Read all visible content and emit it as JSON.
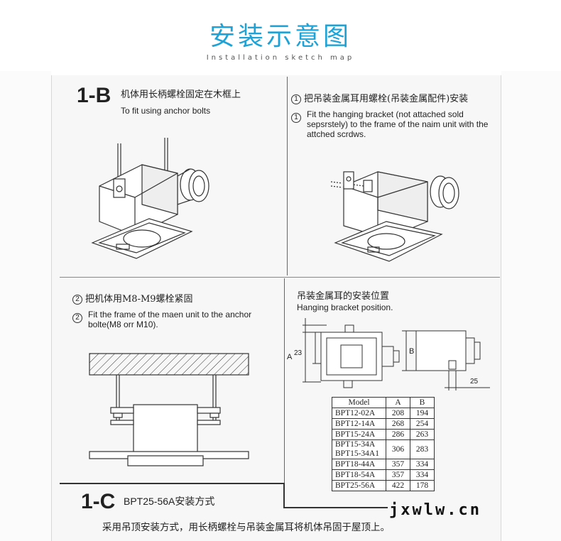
{
  "header": {
    "title": "安装示意图",
    "subtitle": "Installation sketch map"
  },
  "panel_1b": {
    "code": "1-B",
    "cn": "机体用长柄螺栓固定在木框上",
    "en": "To fit using anchor bolts"
  },
  "panel_step1": {
    "marker": "1",
    "cn": "把吊装金属耳用螺栓(吊装金属配件)安装",
    "en": "Fit the hanging bracket (not attached sold sepsrstely) to the frame of the naim unit with the attched scrdws."
  },
  "panel_step2": {
    "marker": "2",
    "cn": "把机体用M8-M9螺栓紧固",
    "en": "Fit the frame of the maen unit to the anchor bolte(M8 orr M10)."
  },
  "panel_bracket": {
    "cn": "吊装金属耳的安装位置",
    "en": "Hanging bracket position.",
    "dim_a": "A",
    "dim_23": "23",
    "dim_b": "B",
    "dim_25": "25"
  },
  "spec_table": {
    "headers": [
      "Model",
      "A",
      "B"
    ],
    "rows": [
      {
        "model": "BPT12-02A",
        "a": "208",
        "b": "194"
      },
      {
        "model": "BPT12-14A",
        "a": "268",
        "b": "254"
      },
      {
        "model": "BPT15-24A",
        "a": "286",
        "b": "263"
      },
      {
        "model": "BPT15-34A\nBPT15-34A1",
        "a": "306",
        "b": "283"
      },
      {
        "model": "BPT18-44A",
        "a": "357",
        "b": "334"
      },
      {
        "model": "BPT18-54A",
        "a": "357",
        "b": "334"
      },
      {
        "model": "BPT25-56A",
        "a": "422",
        "b": "178"
      }
    ]
  },
  "panel_1c": {
    "code": "1-C",
    "label": "BPT25-56A安装方式",
    "note": "采用吊顶安装方式，用长柄螺栓与吊装金属耳将机体吊固于屋顶上。"
  },
  "watermark": "jxwlw.cn"
}
